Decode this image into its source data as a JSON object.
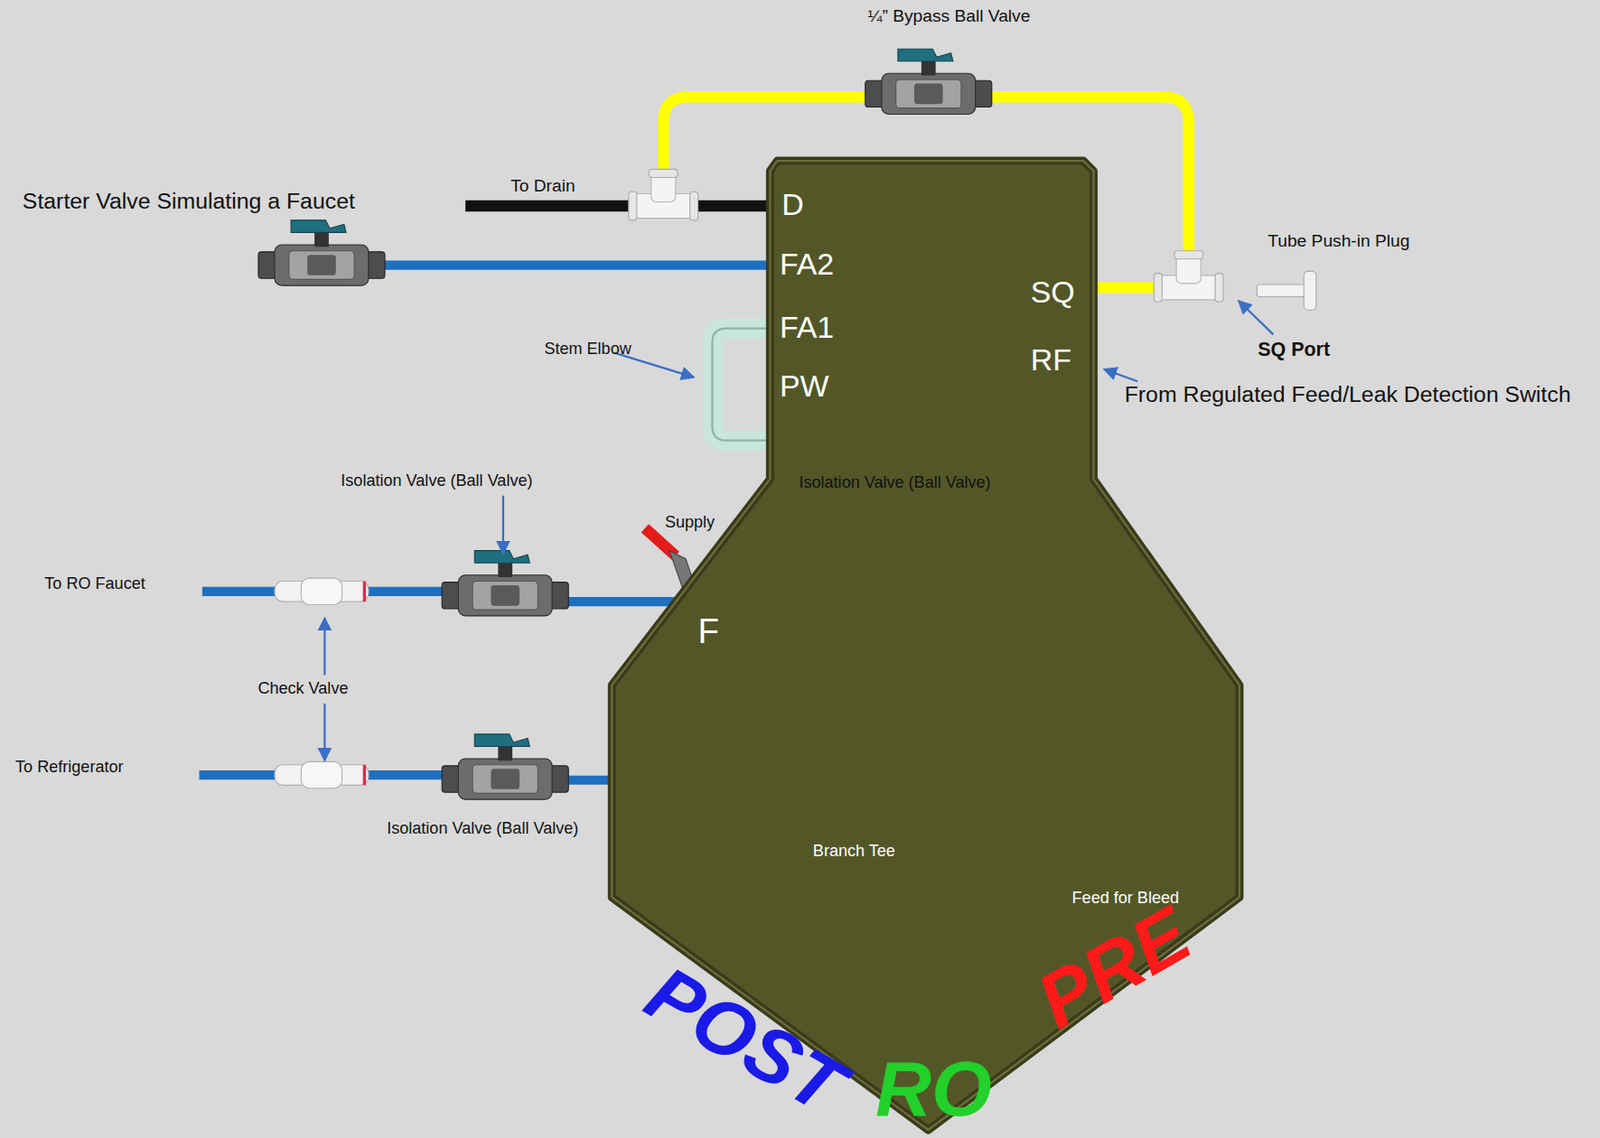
{
  "diagram": {
    "nodes": [
      {
        "text": [
          "D",
          "FA2",
          "FA1",
          "PW",
          "SQ",
          "RF",
          "F",
          "POST",
          "RO",
          "PRE"
        ]
      }
    ],
    "labels": [
      "¼” Bypass Ball Valve",
      "To Drain",
      "Starter Valve Simulating a Faucet",
      "Stem Elbow",
      "Tube Push-in Plug",
      "SQ Port",
      "From Regulated Feed/Leak Detection Switch",
      "Isolation Valve (Ball Valve)",
      "Isolation Valve (Ball Valve)",
      "Supply",
      "To RO Faucet",
      "Check Valve",
      "To Refrigerator",
      "Isolation Valve (Ball Valve)",
      "Branch Tee",
      "Feed for Bleed"
    ]
  }
}
